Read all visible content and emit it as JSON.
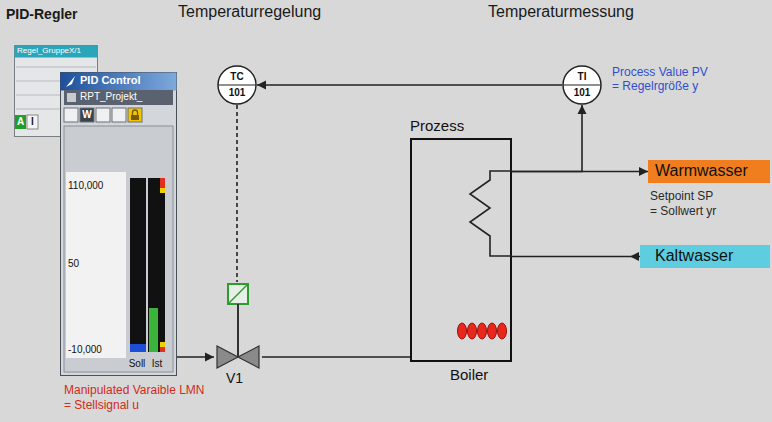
{
  "diagram": {
    "nodes": [
      {
        "text": [
          "Regel_GruppeX/1",
          "A",
          "I"
        ]
      },
      {
        "text": [
          "PID Control",
          "RPT_Projekt_",
          "W",
          "110,000",
          "50",
          "-10,000",
          "Soll",
          "Ist"
        ]
      },
      {
        "text": [
          "TC",
          "101"
        ]
      },
      {
        "text": [
          "TI",
          "101"
        ]
      },
      {
        "text": [
          "Prozess",
          "Boiler"
        ]
      },
      {
        "text": [
          "Warmwasser"
        ]
      },
      {
        "text": [
          "Kaltwasser"
        ]
      },
      {
        "text": [
          "V1"
        ]
      }
    ],
    "edges": [
      {
        "from": 3,
        "to": 2,
        "arrow": "to"
      },
      {
        "from": 2,
        "to": 7,
        "arrow": "none"
      },
      {
        "from": 1,
        "to": 7,
        "arrow": "to"
      },
      {
        "from": 7,
        "to": 4,
        "arrow": "none"
      },
      {
        "from": 4,
        "to": 3,
        "arrow": "to"
      },
      {
        "from": 4,
        "to": 5,
        "arrow": "to"
      },
      {
        "from": 4,
        "to": 6,
        "arrow": "to"
      }
    ],
    "labels": [
      "PID-Regler",
      "Temperaturregelung",
      "Temperaturmessung",
      "Process Value PV",
      "= Regelrgröße y",
      "Setpoint SP",
      "= Sollwert yr",
      "Manipulated Varaible LMN",
      "= Stellsignal u"
    ]
  }
}
